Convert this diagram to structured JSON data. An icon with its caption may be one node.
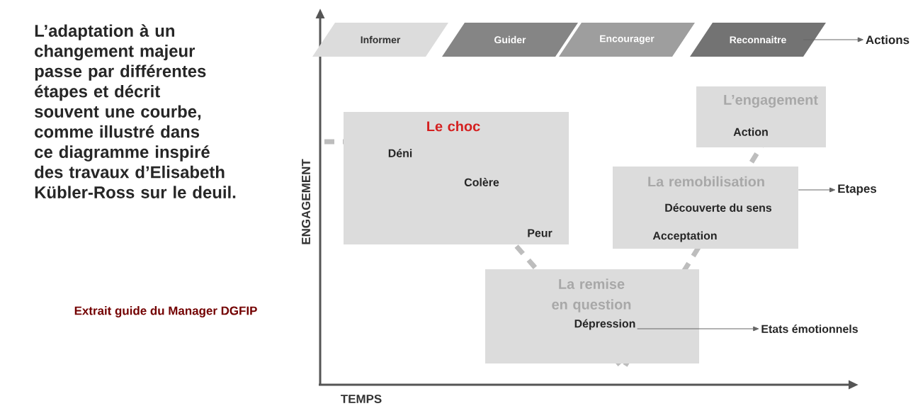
{
  "diagram": {
    "nodes": [
      {
        "text": [
          "Informer"
        ]
      },
      {
        "text": [
          "Guider"
        ]
      },
      {
        "text": [
          "Encourager"
        ]
      },
      {
        "text": [
          "Reconnaitre"
        ]
      },
      {
        "text": [
          "Actions"
        ]
      },
      {
        "text": [
          "Le choc",
          "Déni",
          "Colère",
          "Peur"
        ]
      },
      {
        "text": [
          "L’engagement",
          "Action"
        ]
      },
      {
        "text": [
          "La remobilisation",
          "Découverte du sens",
          "Acceptation"
        ]
      },
      {
        "text": [
          "Etapes"
        ]
      },
      {
        "text": [
          "La remise en question"
        ]
      },
      {
        "text": [
          "Dépression"
        ],
        "in": 9
      },
      {
        "text": [
          "Etats émotionnels"
        ]
      }
    ],
    "edges": [
      {
        "from": 3,
        "to": 4,
        "arrow": "to"
      },
      {
        "from": 7,
        "to": 8,
        "arrow": "to"
      },
      {
        "from": 10,
        "to": 11,
        "arrow": "to"
      }
    ],
    "labels": [
      "L’adaptation à un changement majeur passe par différentes étapes et décrit souvent une courbe, comme illustré dans ce diagramme inspiré des travaux d’Elisabeth Kübler-Ross sur le deuil.",
      "Extrait guide du Manager DGFIP",
      "ENGAGEMENT",
      "TEMPS"
    ]
  }
}
